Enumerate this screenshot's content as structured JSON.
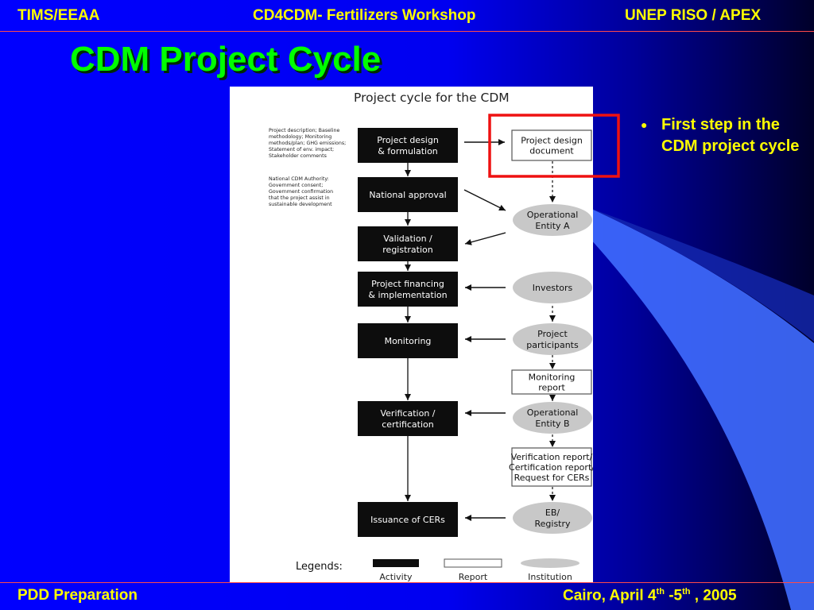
{
  "header": {
    "left": "TIMS/EEAA",
    "center": "CD4CDM- Fertilizers Workshop",
    "right": "UNEP RISO / APEX"
  },
  "slide": {
    "title": "CDM Project Cycle",
    "bullet": "First step in the CDM project cycle"
  },
  "colors": {
    "header_text": "#ffff00",
    "title_text": "#00ff00",
    "background": "#0000ff",
    "highlight": "#ee1111"
  },
  "diagram": {
    "title": "Project cycle for the CDM",
    "activities": [
      [
        "Project design",
        "& formulation"
      ],
      [
        "National approval"
      ],
      [
        "Validation /",
        "registration"
      ],
      [
        "Project financing",
        "& implementation"
      ],
      [
        "Monitoring"
      ],
      [
        "Verification /",
        "certification"
      ],
      [
        "Issuance of CERs"
      ]
    ],
    "reports": [
      [
        "Project design",
        "document"
      ],
      [
        "Monitoring",
        "report"
      ],
      [
        "Verification report/",
        "Certification report/",
        "Request for CERs"
      ]
    ],
    "institutions": [
      [
        "Operational",
        "Entity A"
      ],
      [
        "Investors"
      ],
      [
        "Project",
        "participants"
      ],
      [
        "Operational",
        "Entity B"
      ],
      [
        "EB/",
        "Registry"
      ]
    ],
    "side_notes": [
      [
        "Project description; Baseline",
        "methodology; Monitoring",
        "methods/plan; GHG emissions;",
        "Statement of env. impact;",
        "Stakeholder comments"
      ],
      [
        "National CDM Authority:",
        "Government consent;",
        "Government confirmation",
        "that the project assist in",
        "sustainable development"
      ]
    ],
    "legend": {
      "title": "Legends:",
      "activity": "Activity",
      "report": "Report",
      "institution": "Institution"
    }
  },
  "footer": {
    "left": "PDD Preparation",
    "right_prefix": "Cairo, April 4",
    "right_sup1": "th",
    "right_mid": " -5",
    "right_sup2": "th",
    "right_suffix": " , 2005"
  }
}
